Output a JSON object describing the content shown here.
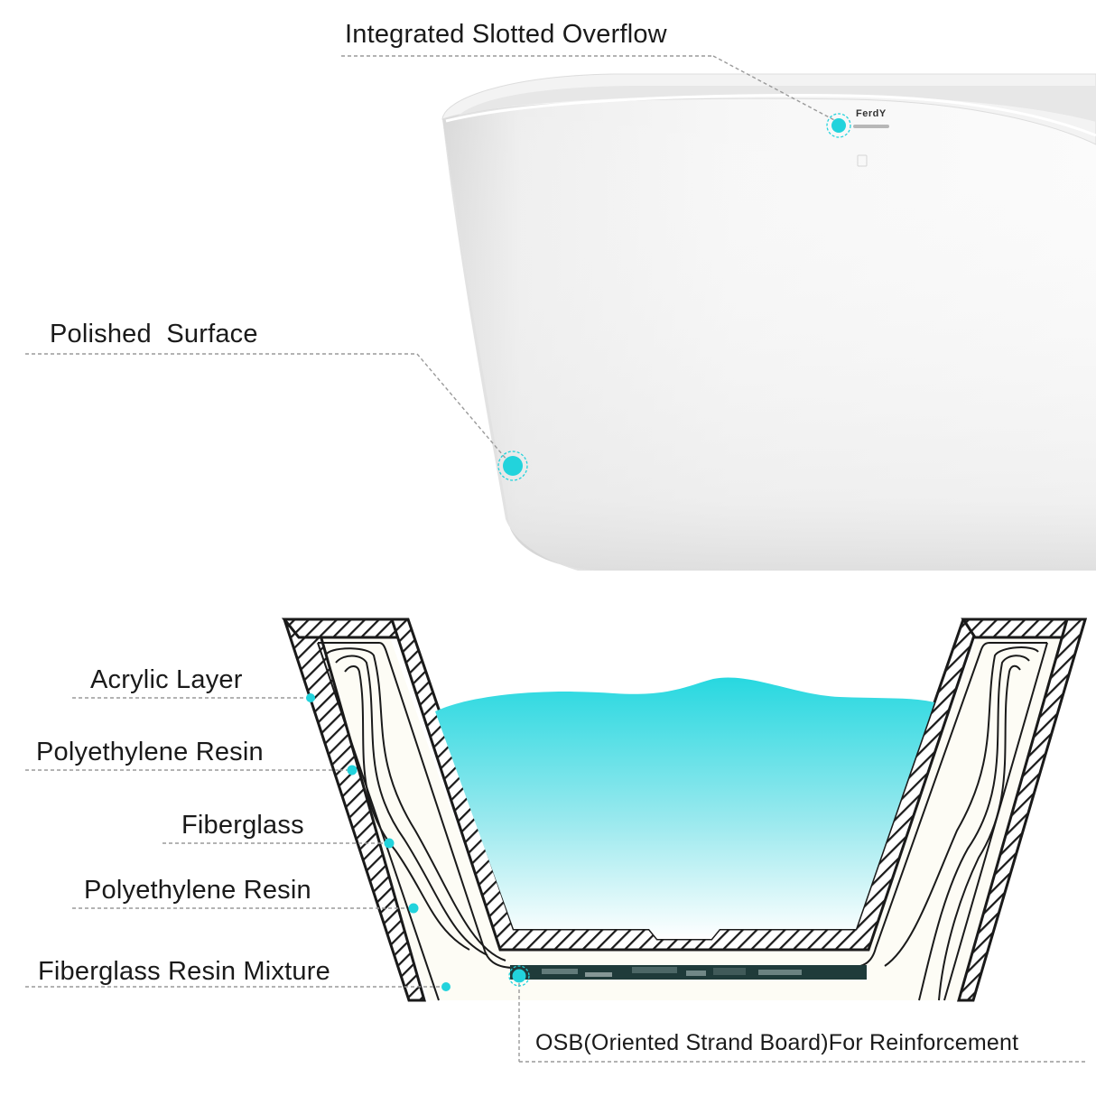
{
  "product": {
    "brand_mark": "FerdY"
  },
  "callouts": {
    "overflow": "Integrated Slotted Overflow",
    "surface": "Polished  Surface"
  },
  "layers": {
    "acrylic": "Acrylic Layer",
    "resin_1": "Polyethylene Resin",
    "fiberglass": "Fiberglass",
    "resin_2": "Polyethylene Resin",
    "mixture": "Fiberglass Resin Mixture",
    "osb": "OSB(Oriented Strand Board)For Reinforcement"
  },
  "colors": {
    "accent": "#22d3dc",
    "water_top": "#27d8e0",
    "water_bottom": "#ffffff",
    "leader": "#9a9a9a",
    "hatch": "#1a1a1a",
    "cavity": "#fdfcf5"
  }
}
